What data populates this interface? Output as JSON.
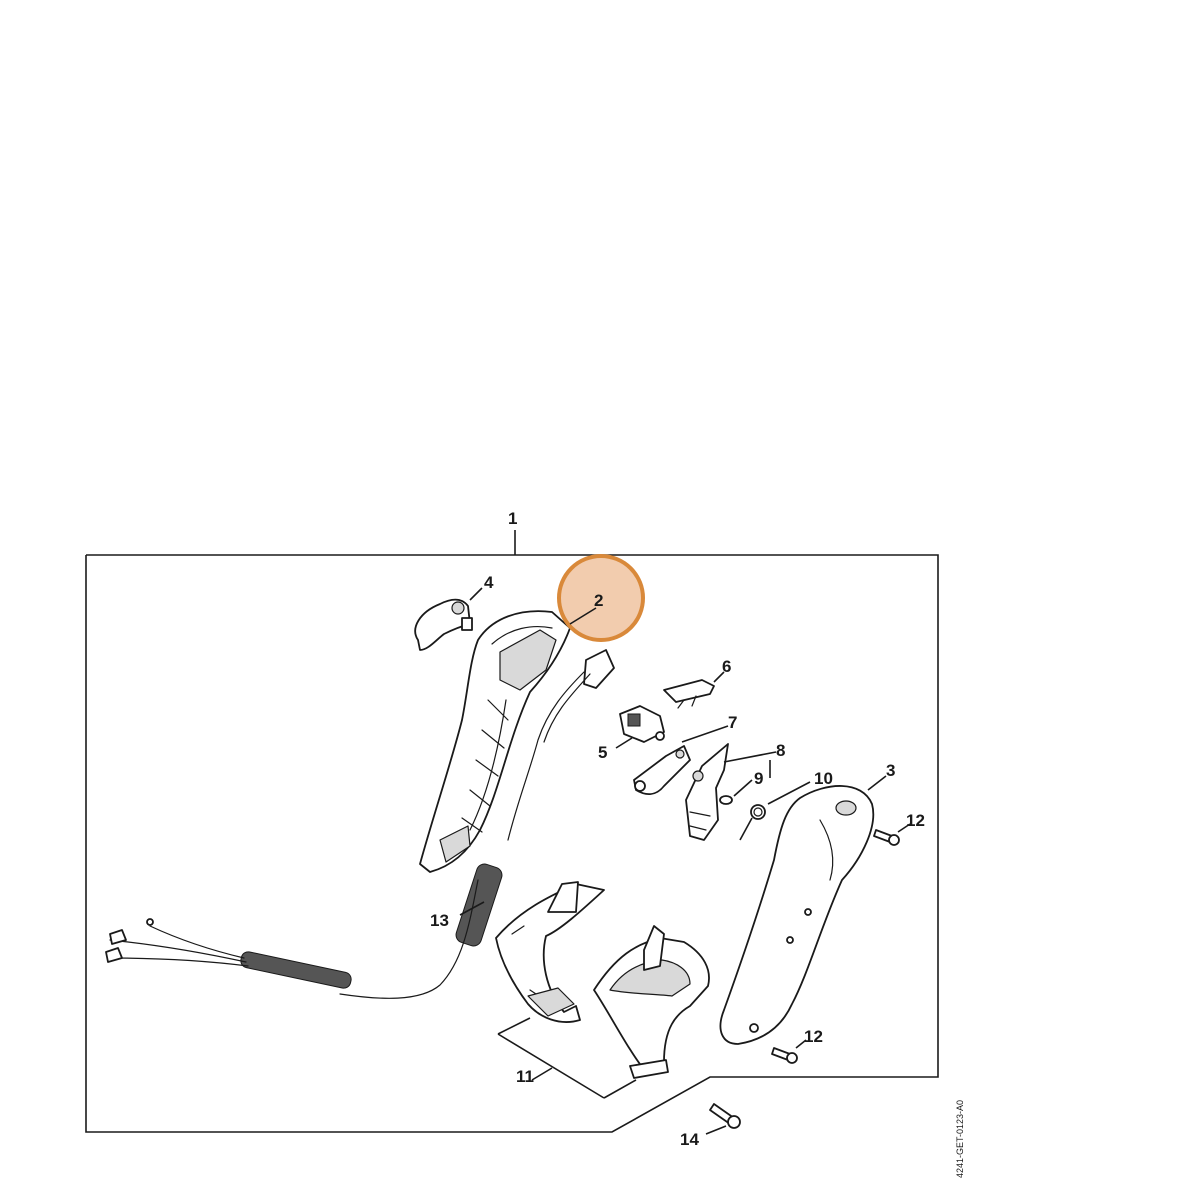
{
  "diagram": {
    "reference_code": "4241-GET-0123-A0",
    "highlight_color": "#d9893a",
    "highlight_fill": "#f0c3a0",
    "highlighted_part": "2",
    "callouts": {
      "c1": "1",
      "c2": "2",
      "c3": "3",
      "c4": "4",
      "c5": "5",
      "c6": "6",
      "c7": "7",
      "c8": "8",
      "c9": "9",
      "c10": "10",
      "c11": "11",
      "c12a": "12",
      "c12b": "12",
      "c13": "13",
      "c14": "14"
    }
  }
}
